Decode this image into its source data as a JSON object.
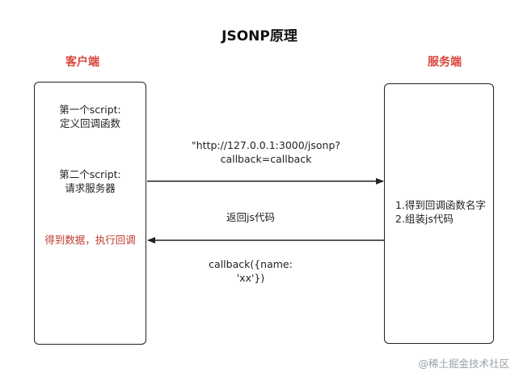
{
  "title": "JSONP原理",
  "client": {
    "label": "客户端",
    "step1_line1": "第一个script:",
    "step1_line2": "定义回调函数",
    "step2_line1": "第二个script:",
    "step2_line2": "请求服务器",
    "step3": "得到数据，执行回调"
  },
  "server": {
    "label": "服务端",
    "step1": "1.得到回调函数名字",
    "step2": "2.组装js代码"
  },
  "request": {
    "line1": "\"http://127.0.0.1:3000/jsonp?",
    "line2": "callback=callback"
  },
  "response": {
    "label": "返回js代码",
    "code_line1": "callback({name:",
    "code_line2": "'xx'})"
  },
  "watermark": "@稀土掘金技术社区",
  "colors": {
    "accent": "#d9453a",
    "line": "#222222"
  }
}
